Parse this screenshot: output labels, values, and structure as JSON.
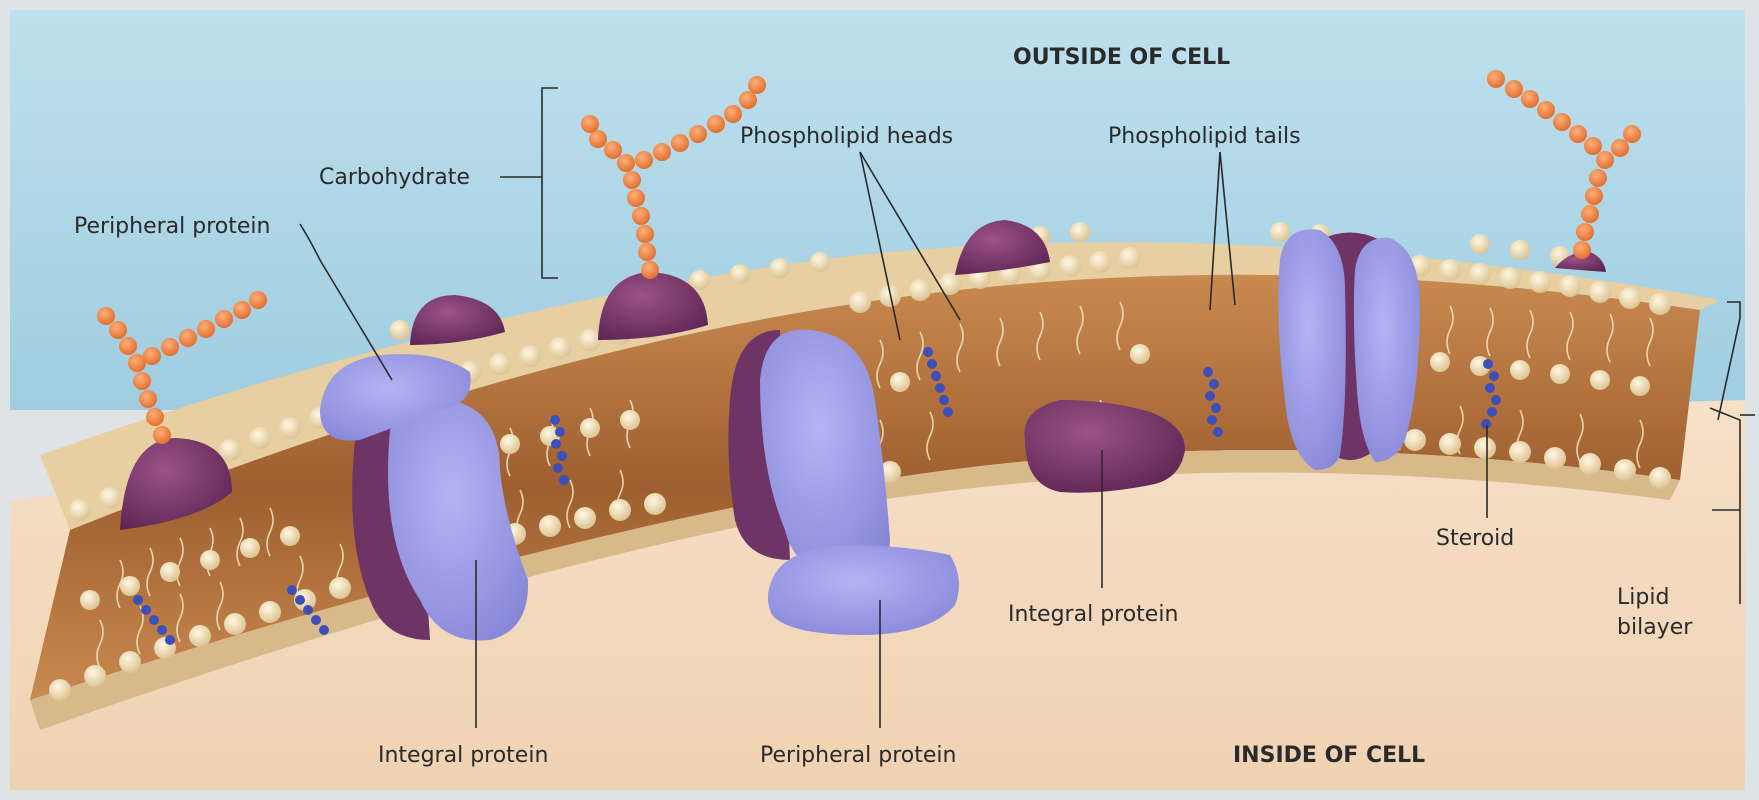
{
  "headings": {
    "outside": "OUTSIDE OF CELL",
    "inside": "INSIDE OF CELL"
  },
  "labels": {
    "carbohydrate": "Carbohydrate",
    "peripheral_protein_top": "Peripheral protein",
    "phospholipid_heads": "Phospholipid heads",
    "phospholipid_tails": "Phospholipid tails",
    "integral_protein_middle": "Integral protein",
    "steroid": "Steroid",
    "lipid_bilayer_line1": "Lipid",
    "lipid_bilayer_line2": "bilayer",
    "integral_protein_bottom": "Integral protein",
    "peripheral_protein_bottom": "Peripheral protein"
  },
  "colors": {
    "outside_sky": "#9fcde0",
    "inside_cytoplasm": "#f3dcc4",
    "membrane_core": "#b8773f",
    "phospholipid_head": "#f3e3bd",
    "integral_protein": "#9a9ae6",
    "protein_dark": "#7a3a6e",
    "carbohydrate": "#f08a4a",
    "steroid": "#3d4fb8"
  }
}
